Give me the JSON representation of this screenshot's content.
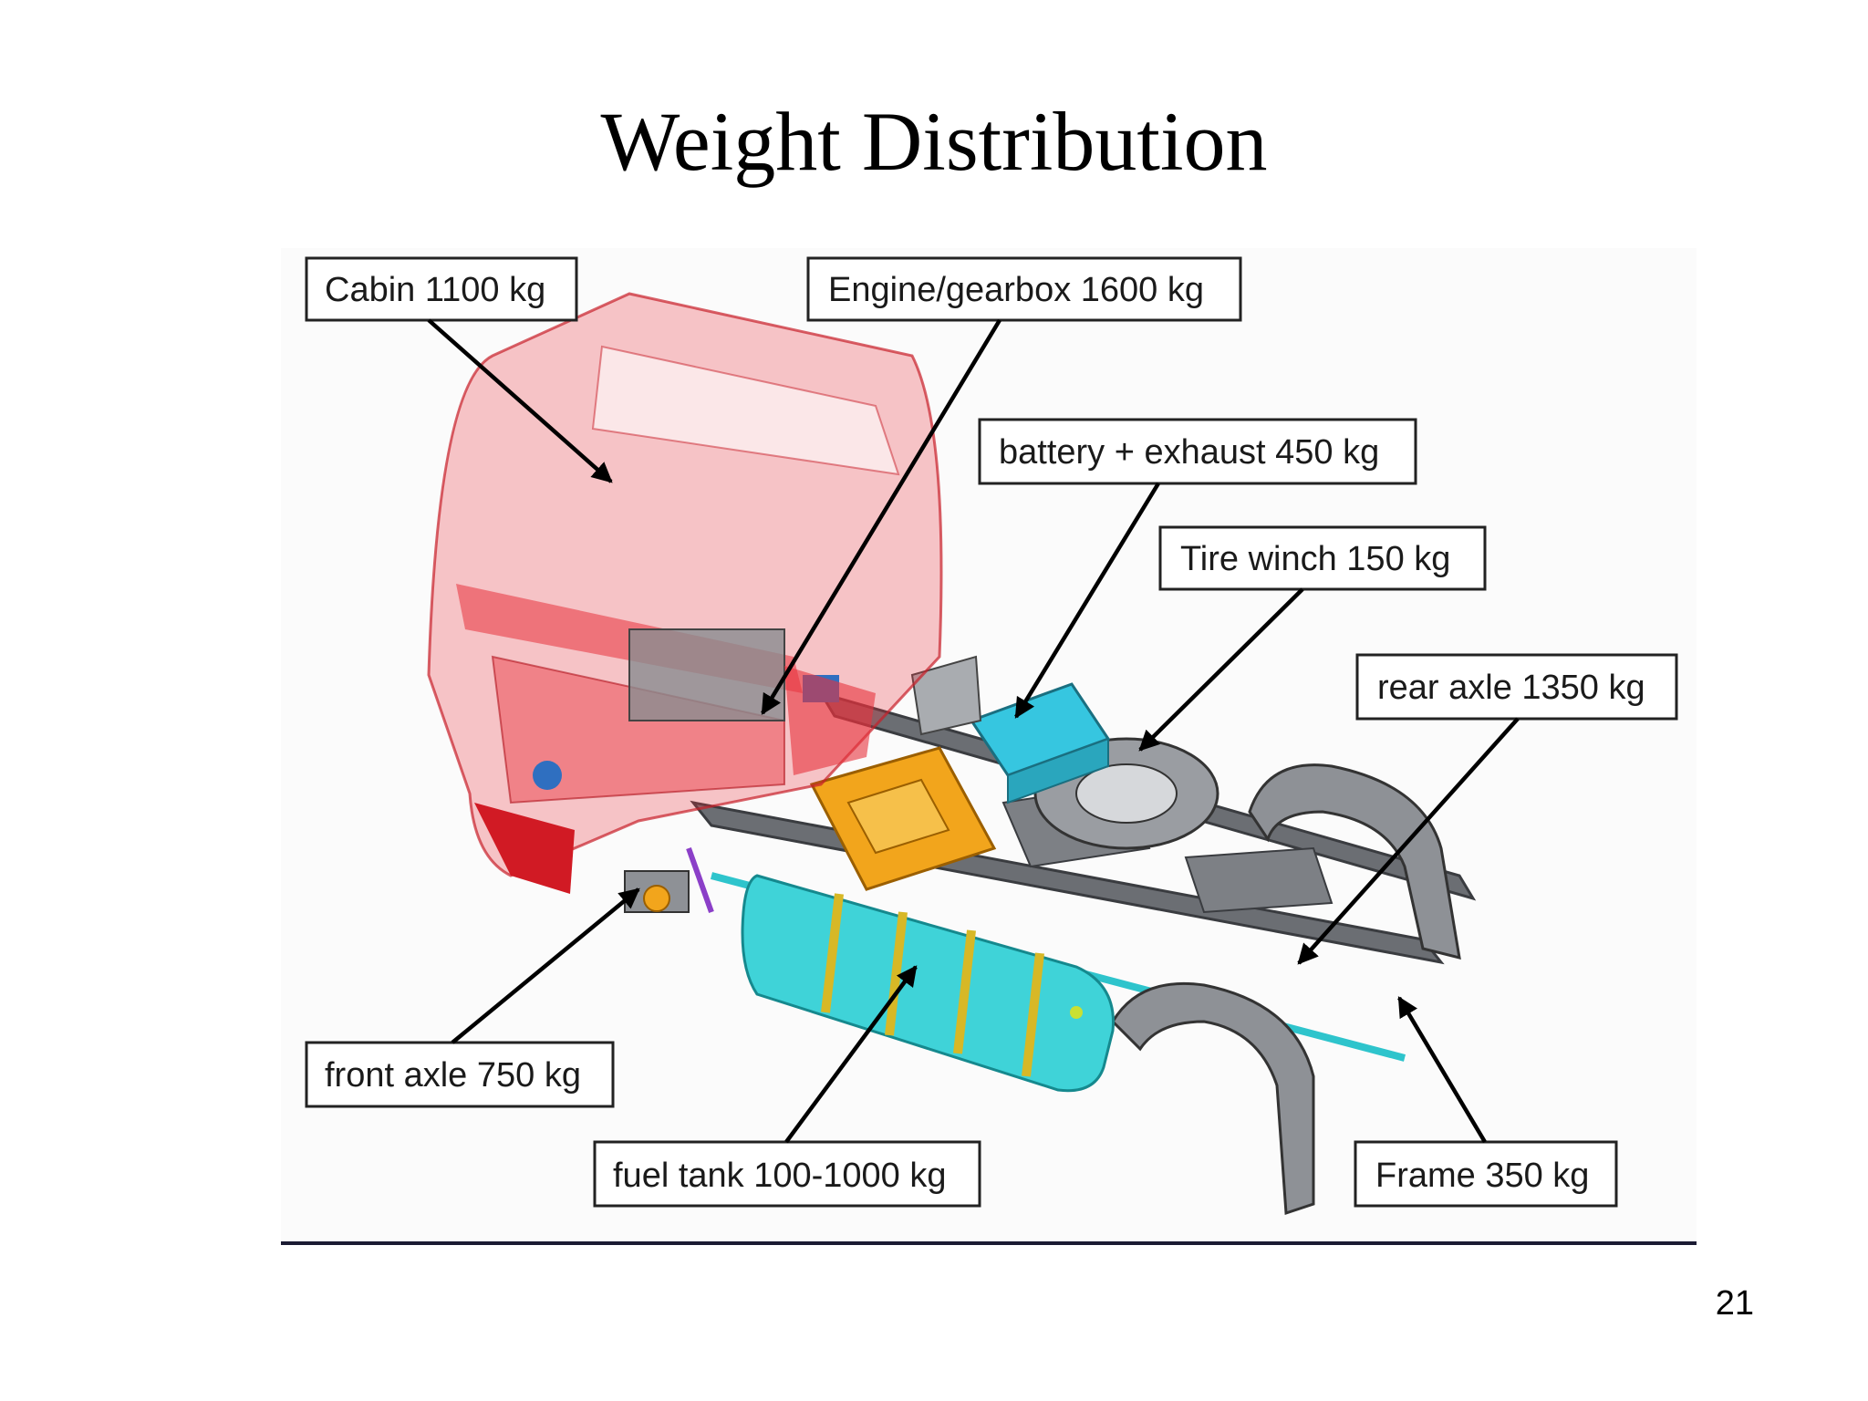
{
  "slide": {
    "title": "Weight Distribution",
    "page_number": "21"
  },
  "callouts": {
    "cabin": "Cabin 1100 kg",
    "engine": "Engine/gearbox 1600 kg",
    "battery": "battery + exhaust 450 kg",
    "tire_winch": "Tire winch 150 kg",
    "rear_axle": "rear axle 1350 kg",
    "front_axle": "front axle 750 kg",
    "fuel_tank": "fuel tank 100-1000 kg",
    "frame": "Frame 350 kg"
  },
  "colors": {
    "cabin": "#e8323c",
    "engine": "#f2a51c",
    "fuel_tank": "#3fd3d8",
    "battery": "#36c6e0",
    "frame": "#6b6e73",
    "fender": "#8e9196",
    "rule": "#1b1b33"
  }
}
